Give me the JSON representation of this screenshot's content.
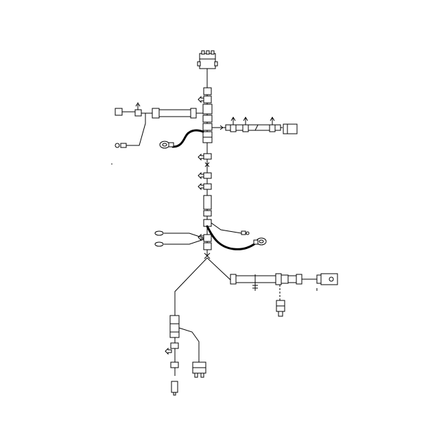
{
  "diagram": {
    "kind": "wiring-harness",
    "colors": {
      "line": "#000000",
      "background": "#ffffff"
    },
    "components": [
      {
        "id": "main-connector-top",
        "icon": "multi-pin-connector-icon"
      },
      {
        "id": "left-branch-connector",
        "icon": "small-connector-icon"
      },
      {
        "id": "left-branch-terminal",
        "icon": "ring-terminal-icon"
      },
      {
        "id": "right-branch-connector",
        "icon": "square-connector-icon"
      },
      {
        "id": "ground-ring-terminal-upper",
        "icon": "ring-terminal-icon"
      },
      {
        "id": "ground-ring-terminal-lower",
        "icon": "ring-terminal-icon"
      },
      {
        "id": "side-spade-terminal-1",
        "icon": "spade-terminal-icon"
      },
      {
        "id": "side-spade-terminal-2",
        "icon": "spade-terminal-icon"
      },
      {
        "id": "right-lower-connector",
        "icon": "relay-connector-icon"
      },
      {
        "id": "drop-connector",
        "icon": "plug-connector-icon"
      },
      {
        "id": "bottom-connector",
        "icon": "multi-pin-connector-icon"
      },
      {
        "id": "bottom-terminal",
        "icon": "plug-terminal-icon"
      }
    ]
  }
}
